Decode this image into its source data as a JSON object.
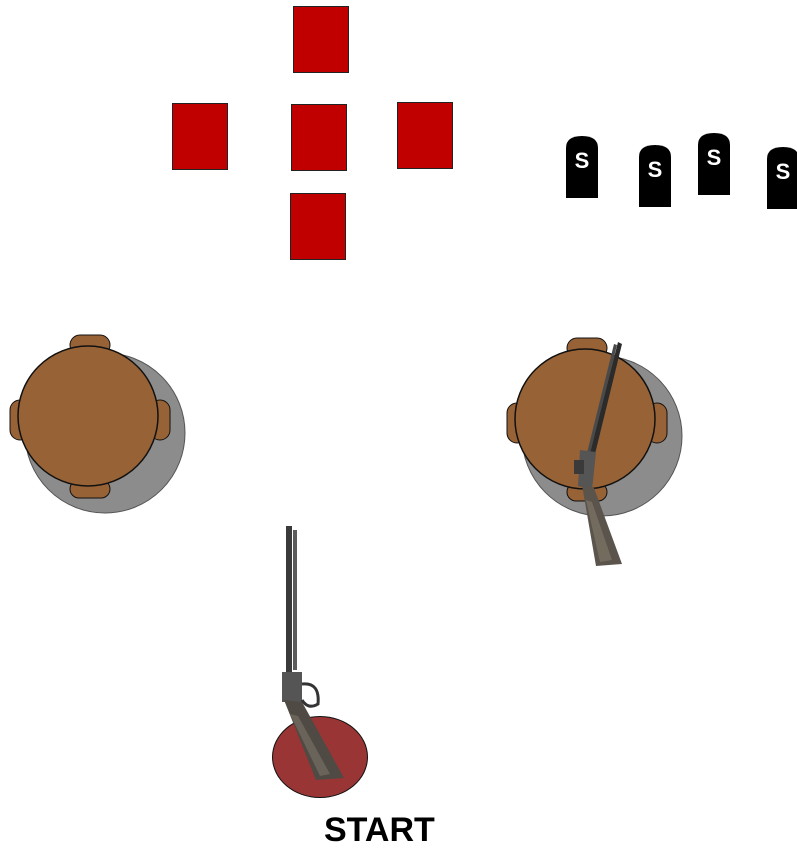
{
  "stage": {
    "start_label": "START",
    "colors": {
      "paper_target": "#c00000",
      "steel_target": "#000000",
      "table_wood": "#976235",
      "table_shadow": "#8c8c8c",
      "start_mat": "#9a3535"
    },
    "paper_targets": [
      "paper-target-top",
      "paper-target-left",
      "paper-target-center",
      "paper-target-right",
      "paper-target-bottom"
    ],
    "steel_targets": [
      {
        "letter": "S"
      },
      {
        "letter": "S"
      },
      {
        "letter": "S"
      },
      {
        "letter": "S"
      }
    ],
    "props": {
      "table_left": "round-table-icon",
      "table_right": "round-table-icon",
      "rifle_start": "lever-action-rifle-icon",
      "shotgun_table": "shotgun-icon"
    }
  }
}
